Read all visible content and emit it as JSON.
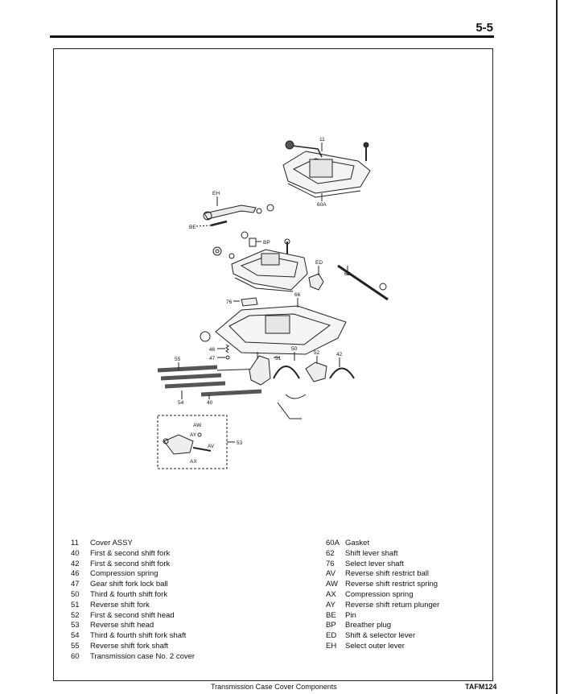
{
  "header": {
    "page_number": "5-5"
  },
  "callouts": {
    "c11": "11",
    "c60A": "60A",
    "cEH": "EH",
    "cBE": "BE",
    "cBP": "BP",
    "cED": "ED",
    "c62": "62",
    "c76": "76",
    "c66": "66",
    "c46": "46",
    "c47": "47",
    "c50": "50",
    "c51": "51",
    "c52": "52",
    "c42": "42",
    "c55": "55",
    "c54": "54",
    "c40": "40",
    "cAW": "AW",
    "cAY": "AY",
    "cAV": "AV",
    "cAX": "AX",
    "c53": "53"
  },
  "legend_left": [
    {
      "num": "11",
      "label": "Cover ASSY"
    },
    {
      "num": "40",
      "label": "First & second shift fork"
    },
    {
      "num": "42",
      "label": "First & second shift fork"
    },
    {
      "num": "46",
      "label": "Compression spring"
    },
    {
      "num": "47",
      "label": "Gear shift fork lock ball"
    },
    {
      "num": "50",
      "label": "Third & fourth shift fork"
    },
    {
      "num": "51",
      "label": "Reverse shift fork"
    },
    {
      "num": "52",
      "label": "First & second shift head"
    },
    {
      "num": "53",
      "label": "Reverse shift head"
    },
    {
      "num": "54",
      "label": "Third & fourth shift fork shaft"
    },
    {
      "num": "55",
      "label": "Reverse shift fork shaft"
    },
    {
      "num": "60",
      "label": "Transmission case No. 2 cover"
    }
  ],
  "legend_right": [
    {
      "num": "60A",
      "label": "Gasket"
    },
    {
      "num": "62",
      "label": "Shift lever shaft"
    },
    {
      "num": "76",
      "label": "Select lever shaft"
    },
    {
      "num": "AV",
      "label": "Reverse shift restrict ball"
    },
    {
      "num": "AW",
      "label": "Reverse shift restrict spring"
    },
    {
      "num": "AX",
      "label": "Compression spring"
    },
    {
      "num": "AY",
      "label": "Reverse shift return plunger"
    },
    {
      "num": "BE",
      "label": "Pin"
    },
    {
      "num": "BP",
      "label": "Breather plug"
    },
    {
      "num": "ED",
      "label": "Shift & selector lever"
    },
    {
      "num": "EH",
      "label": "Select outer lever"
    }
  ],
  "footer": {
    "caption": "Transmission Case Cover Components",
    "code": "TAFM124"
  }
}
